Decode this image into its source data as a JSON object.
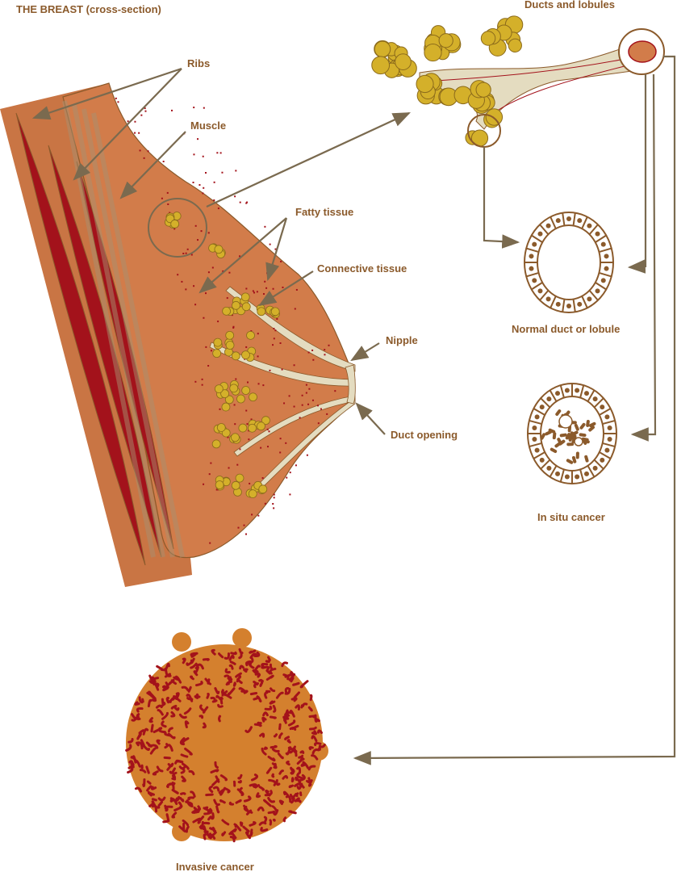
{
  "title": "THE BREAST (cross-section)",
  "labels": {
    "ribs": "Ribs",
    "muscle": "Muscle",
    "fatty_tissue": "Fatty tissue",
    "connective_tissue": "Connective tissue",
    "nipple": "Nipple",
    "duct_opening": "Duct opening",
    "ducts_and_lobules": "Ducts and lobules",
    "normal_duct": "Normal duct or lobule",
    "in_situ": "In situ cancer",
    "invasive": "Invasive cancer"
  },
  "colors": {
    "label": "#8b5a2b",
    "line": "#7a6a4f",
    "skin": "#d27c4a",
    "chest": "#c97544",
    "rib": "#a3121b",
    "fat": "#d4b02a",
    "connective": "#e4dcc0",
    "cell": "#8b5a2b",
    "tumor": "#d4802e"
  }
}
